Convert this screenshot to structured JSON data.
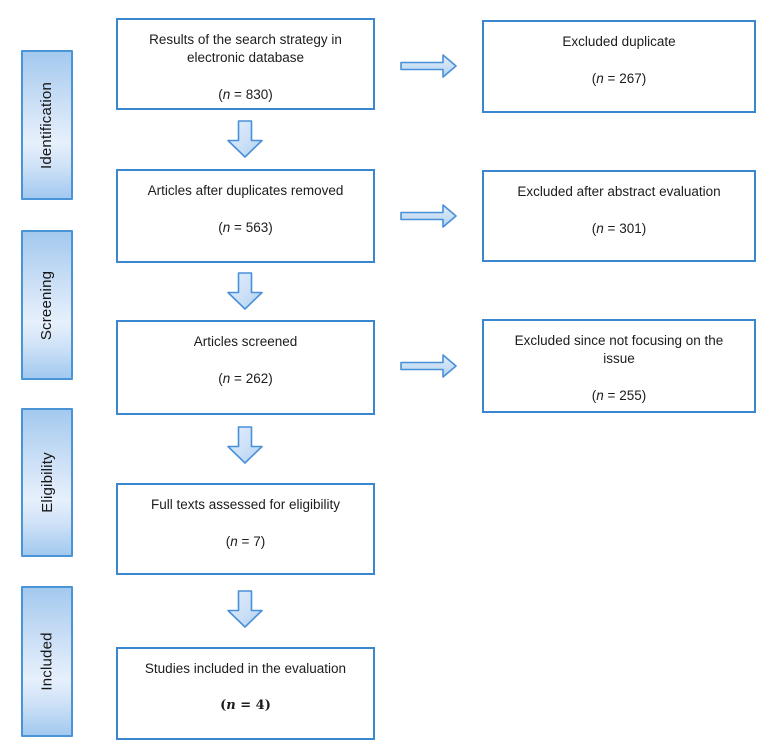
{
  "diagram": {
    "stages": [
      {
        "label": "Identification"
      },
      {
        "label": "Screening"
      },
      {
        "label": "Eligibility"
      },
      {
        "label": "Included"
      }
    ],
    "main_boxes": [
      {
        "label": "Results of the search strategy in electronic database",
        "n": "830"
      },
      {
        "label": "Articles after duplicates removed",
        "n": "563"
      },
      {
        "label": "Articles screened",
        "n": "262"
      },
      {
        "label": "Full texts assessed for eligibility",
        "n": "7"
      },
      {
        "label": "Studies included in the evaluation",
        "n": "4"
      }
    ],
    "excluded_boxes": [
      {
        "label": "Excluded duplicate",
        "n": "267"
      },
      {
        "label": "Excluded after abstract evaluation",
        "n": "301"
      },
      {
        "label": "Excluded since not focusing on the issue",
        "n": "255"
      }
    ],
    "count_format": {
      "open": "(",
      "symbol": "n",
      "equals": " = ",
      "close": ")"
    },
    "colors": {
      "box_border": "#3a87d0",
      "stage_border": "#4a94d8",
      "stage_fill_top": "#a3c9ee",
      "stage_fill_light": "#e7f0fc",
      "stage_fill_bottom": "#a2c9ef",
      "arrow_fill_light": "#dcEAf8",
      "arrow_fill_dark": "#b4d3f1",
      "arrow_border": "#4a90d9",
      "text": "#1c1c1c",
      "background": "#ffffff"
    }
  }
}
